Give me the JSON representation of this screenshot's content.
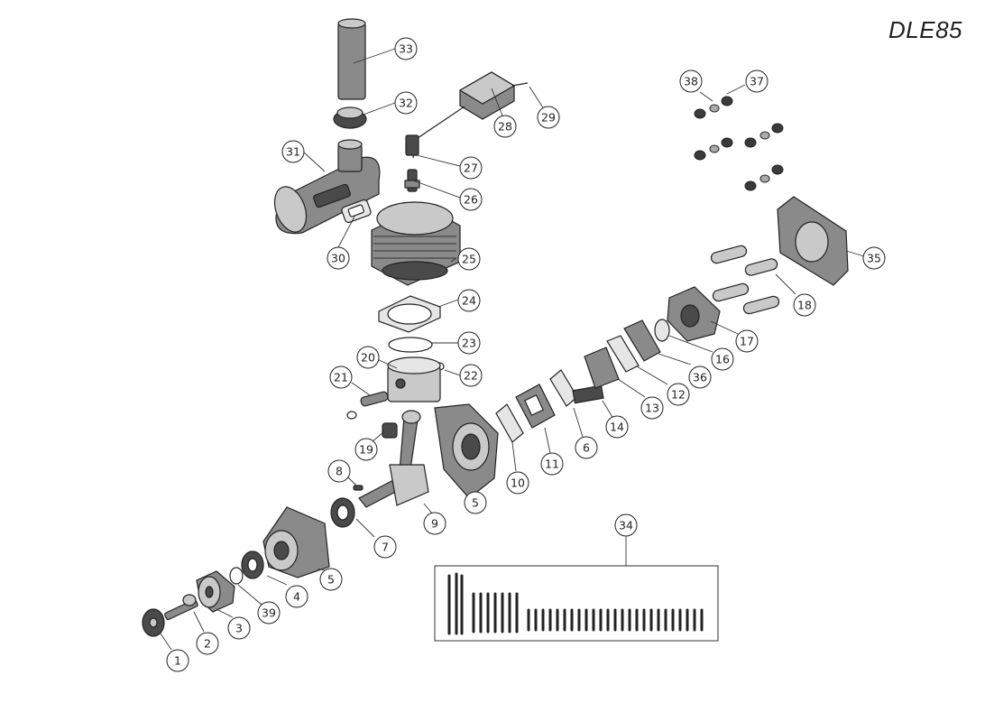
{
  "title": "DLE85",
  "callouts": [
    {
      "label": "33"
    },
    {
      "label": "32"
    },
    {
      "label": "31"
    },
    {
      "label": "30"
    },
    {
      "label": "29"
    },
    {
      "label": "28"
    },
    {
      "label": "27"
    },
    {
      "label": "26"
    },
    {
      "label": "25"
    },
    {
      "label": "24"
    },
    {
      "label": "23"
    },
    {
      "label": "22"
    },
    {
      "label": "21"
    },
    {
      "label": "20"
    },
    {
      "label": "19"
    },
    {
      "label": "8"
    },
    {
      "label": "9"
    },
    {
      "label": "7"
    },
    {
      "label": "5"
    },
    {
      "label": "5"
    },
    {
      "label": "10"
    },
    {
      "label": "11"
    },
    {
      "label": "6"
    },
    {
      "label": "14"
    },
    {
      "label": "13"
    },
    {
      "label": "12"
    },
    {
      "label": "36"
    },
    {
      "label": "16"
    },
    {
      "label": "17"
    },
    {
      "label": "18"
    },
    {
      "label": "35"
    },
    {
      "label": "38"
    },
    {
      "label": "37"
    },
    {
      "label": "34"
    },
    {
      "label": "4"
    },
    {
      "label": "39"
    },
    {
      "label": "3"
    },
    {
      "label": "2"
    },
    {
      "label": "1"
    }
  ]
}
